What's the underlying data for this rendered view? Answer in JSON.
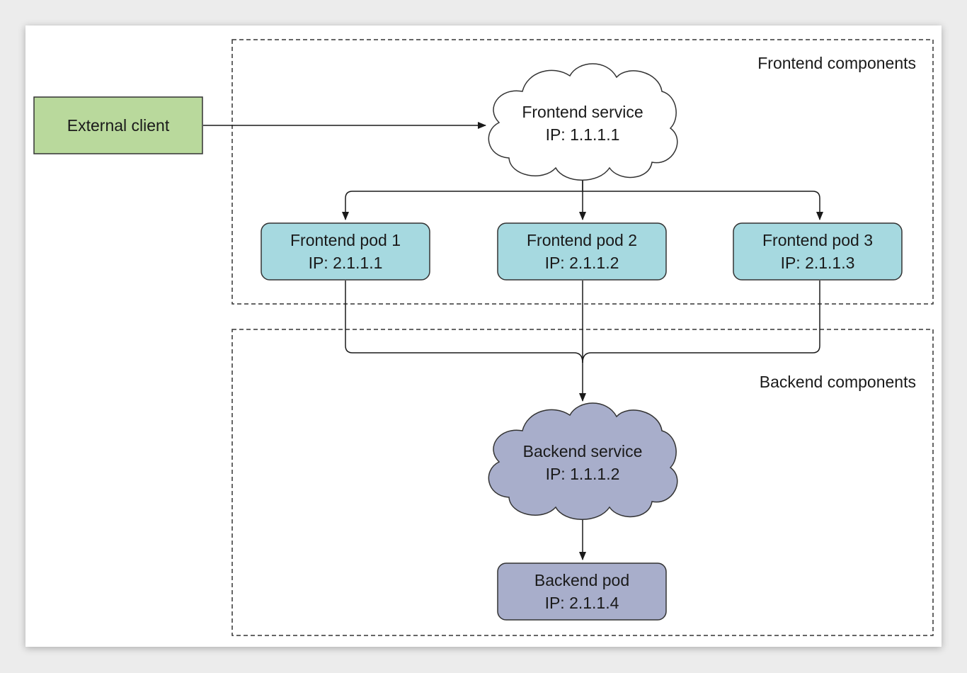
{
  "groups": {
    "frontend": {
      "label": "Frontend components"
    },
    "backend": {
      "label": "Backend components"
    }
  },
  "external_client": {
    "label": "External client",
    "color": "#b9d99c"
  },
  "frontend_service": {
    "name": "Frontend service",
    "ip": "IP: 1.1.1.1",
    "color": "#ffffff"
  },
  "frontend_pods": [
    {
      "name": "Frontend pod 1",
      "ip": "IP: 2.1.1.1"
    },
    {
      "name": "Frontend pod 2",
      "ip": "IP: 2.1.1.2"
    },
    {
      "name": "Frontend pod 3",
      "ip": "IP: 2.1.1.3"
    }
  ],
  "frontend_pod_color": "#a6d9e0",
  "backend_service": {
    "name": "Backend service",
    "ip": "IP: 1.1.1.2",
    "color": "#a8aecb"
  },
  "backend_pod": {
    "name": "Backend pod",
    "ip": "IP: 2.1.1.4",
    "color": "#a8aecb"
  }
}
